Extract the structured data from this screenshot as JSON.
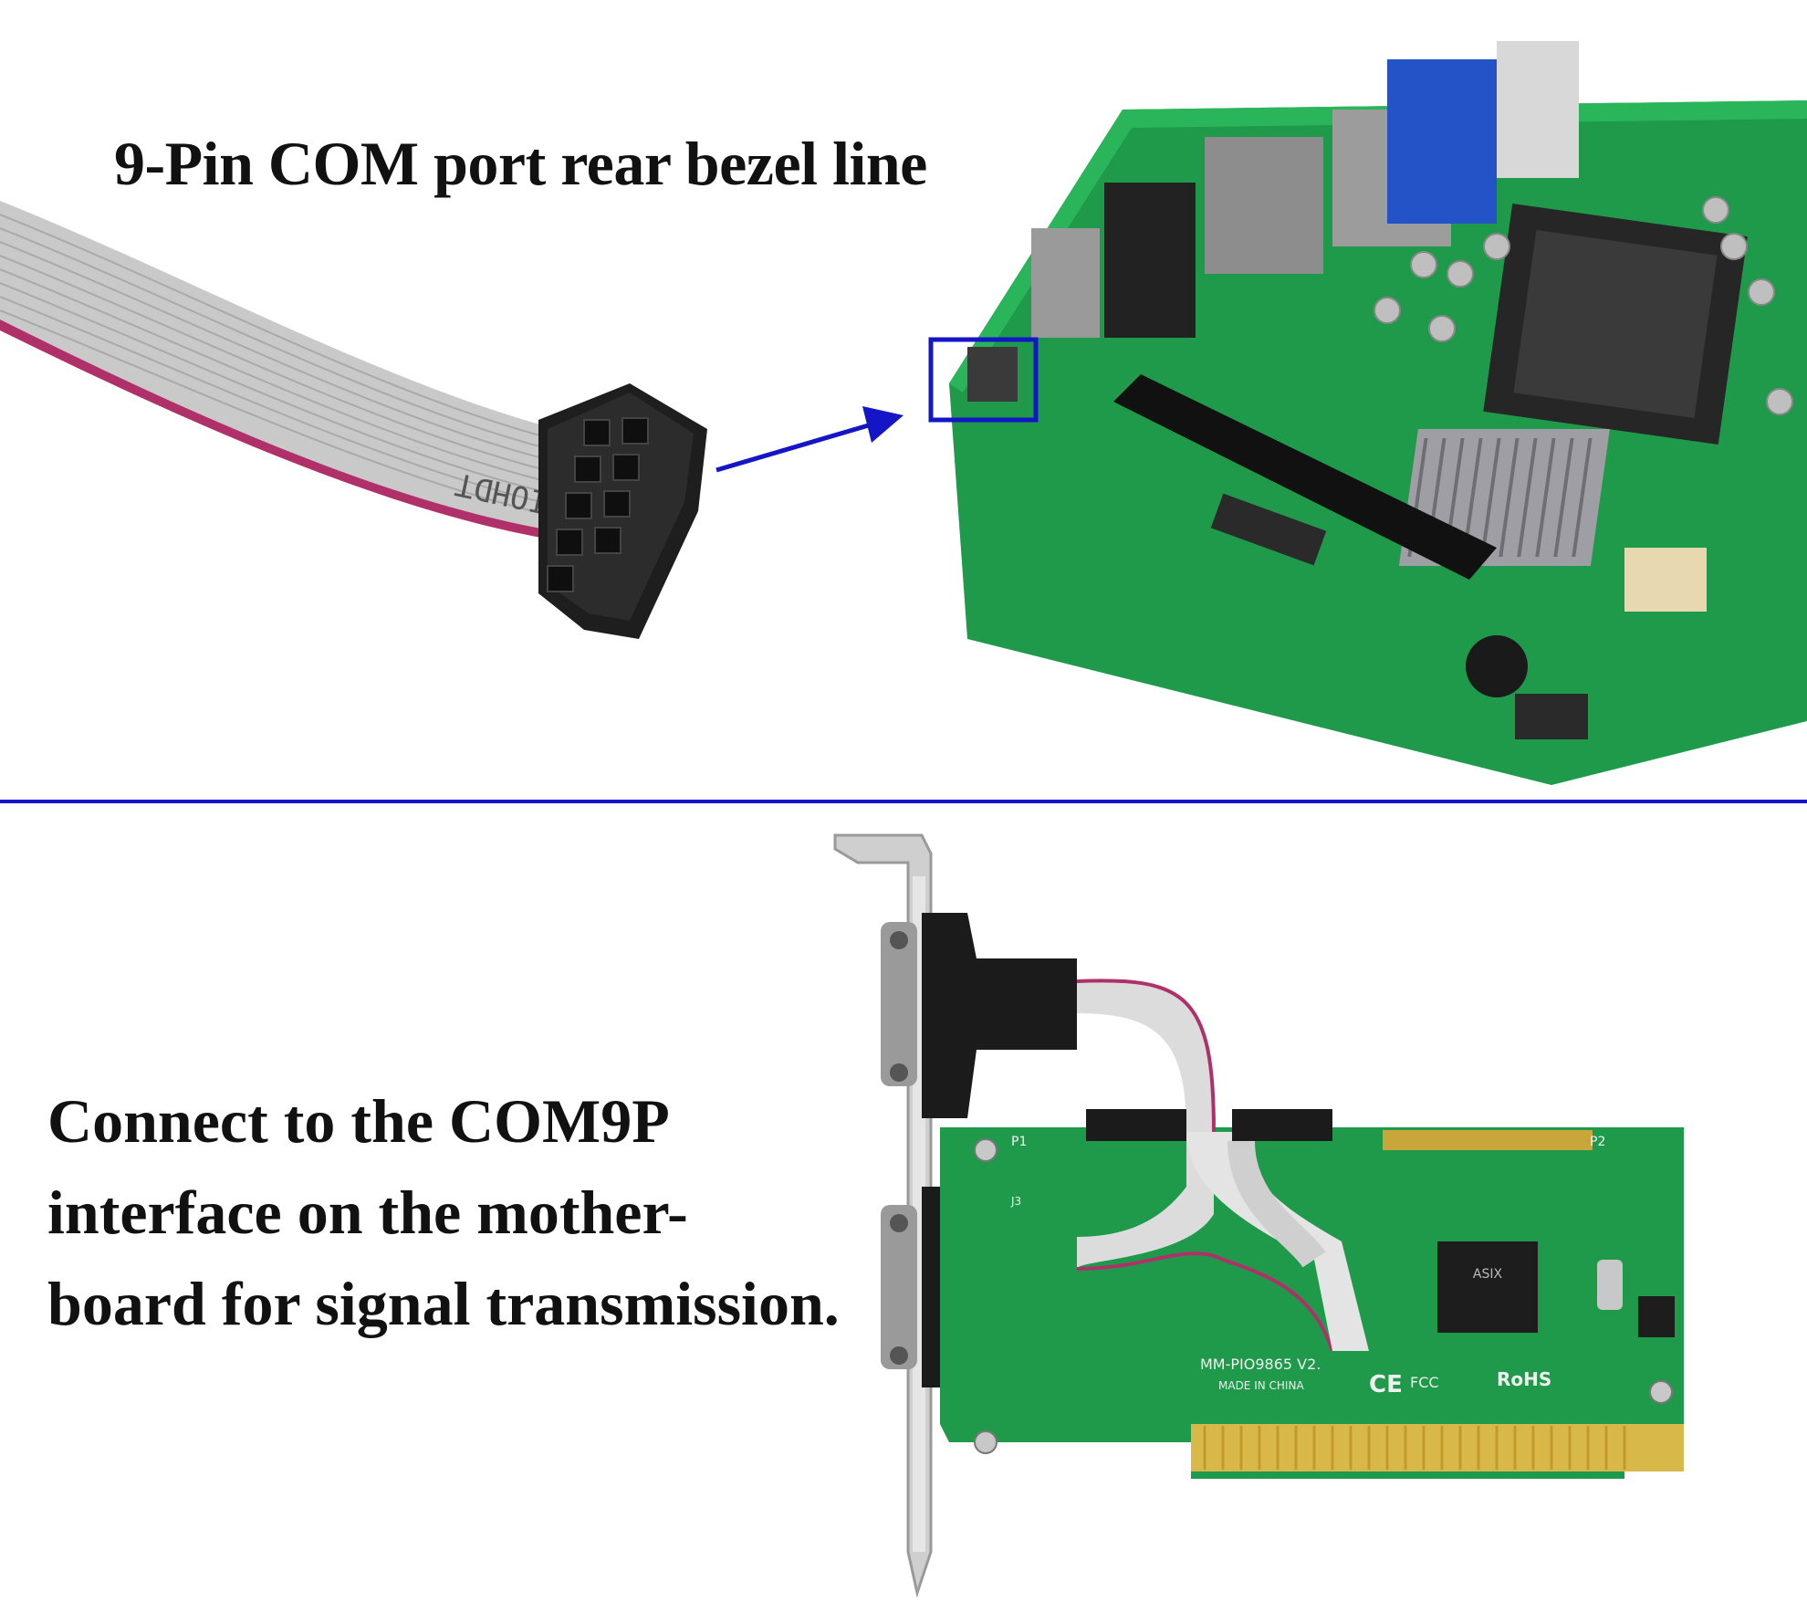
{
  "top_section": {
    "heading": "9-Pin COM port rear bezel line",
    "cable_print": "IOHDT",
    "highlight_color": "#1515c8"
  },
  "bottom_section": {
    "caption_lines": [
      "Connect to the COM9P",
      "interface on the mother-",
      "board for signal transmission."
    ],
    "card_labels": {
      "model": "MM-PIO9865 V2.",
      "made_in": "MADE IN CHINA",
      "chip": "ASIX",
      "rohs": "RoHS",
      "ce": "CE",
      "fcc": "FCC",
      "header_p1": "P1",
      "header_p2": "P2",
      "header_j3": "J3"
    }
  },
  "colors": {
    "accent": "#1515c8",
    "pcb_green": "#1f9a4a",
    "ribbon_grey": "#c9c9c9",
    "ribbon_red": "#b0306a"
  },
  "icons": {
    "arrow": "arrow-right-icon",
    "highlight": "highlight-box-icon"
  }
}
